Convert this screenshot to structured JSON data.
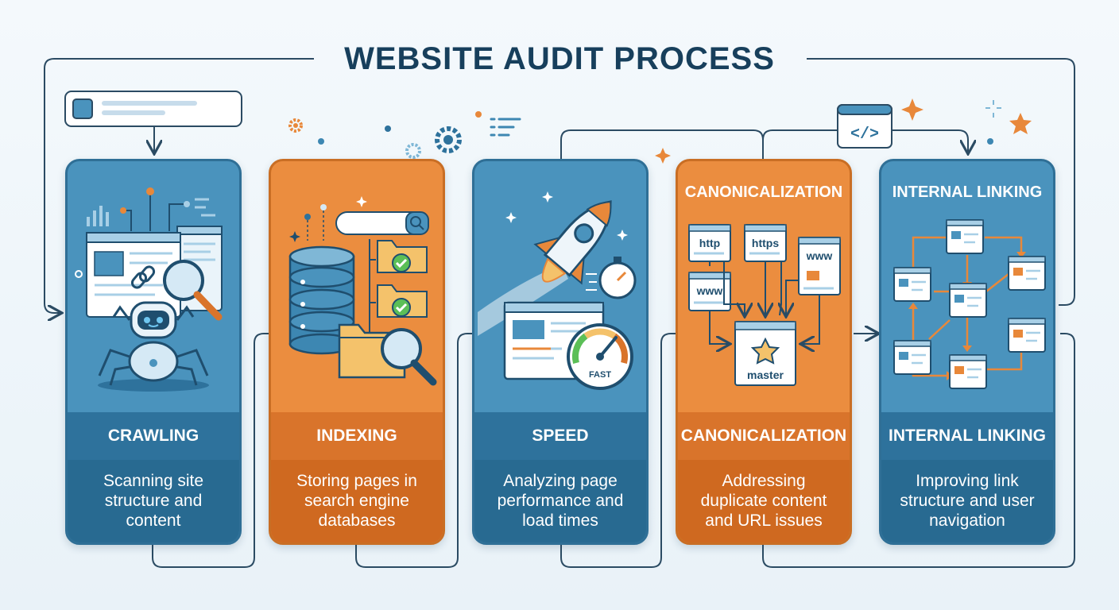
{
  "title": "WEBSITE AUDIT PROCESS",
  "steps": [
    {
      "label": "CRAWLING",
      "description": "Scanning site structure and content",
      "color": "#4a93bd"
    },
    {
      "label": "INDEXING",
      "description": "Storing pages in search engine databases",
      "color": "#eb8d3f"
    },
    {
      "label": "SPEED",
      "description": "Analyzing page performance and load times",
      "color": "#4a93bd",
      "gauge_text": "FAST"
    },
    {
      "label": "CANONICALIZATION",
      "top_title": "CANONICALIZATION",
      "description": "Addressing duplicate content and URL issues",
      "color": "#eb8d3f",
      "url_variants": [
        "http",
        "https",
        "www",
        "www"
      ],
      "master_label": "master"
    },
    {
      "label": "INTERNAL LINKING",
      "top_title": "INTERNAL LINKING",
      "description": "Improving link structure and user navigation",
      "color": "#4a93bd"
    }
  ],
  "code_icon_text": "</>",
  "colors": {
    "title": "#173f5c",
    "connector": "#2b4b63",
    "orange_accent": "#e8883a",
    "blue_accent": "#3d87b2"
  }
}
